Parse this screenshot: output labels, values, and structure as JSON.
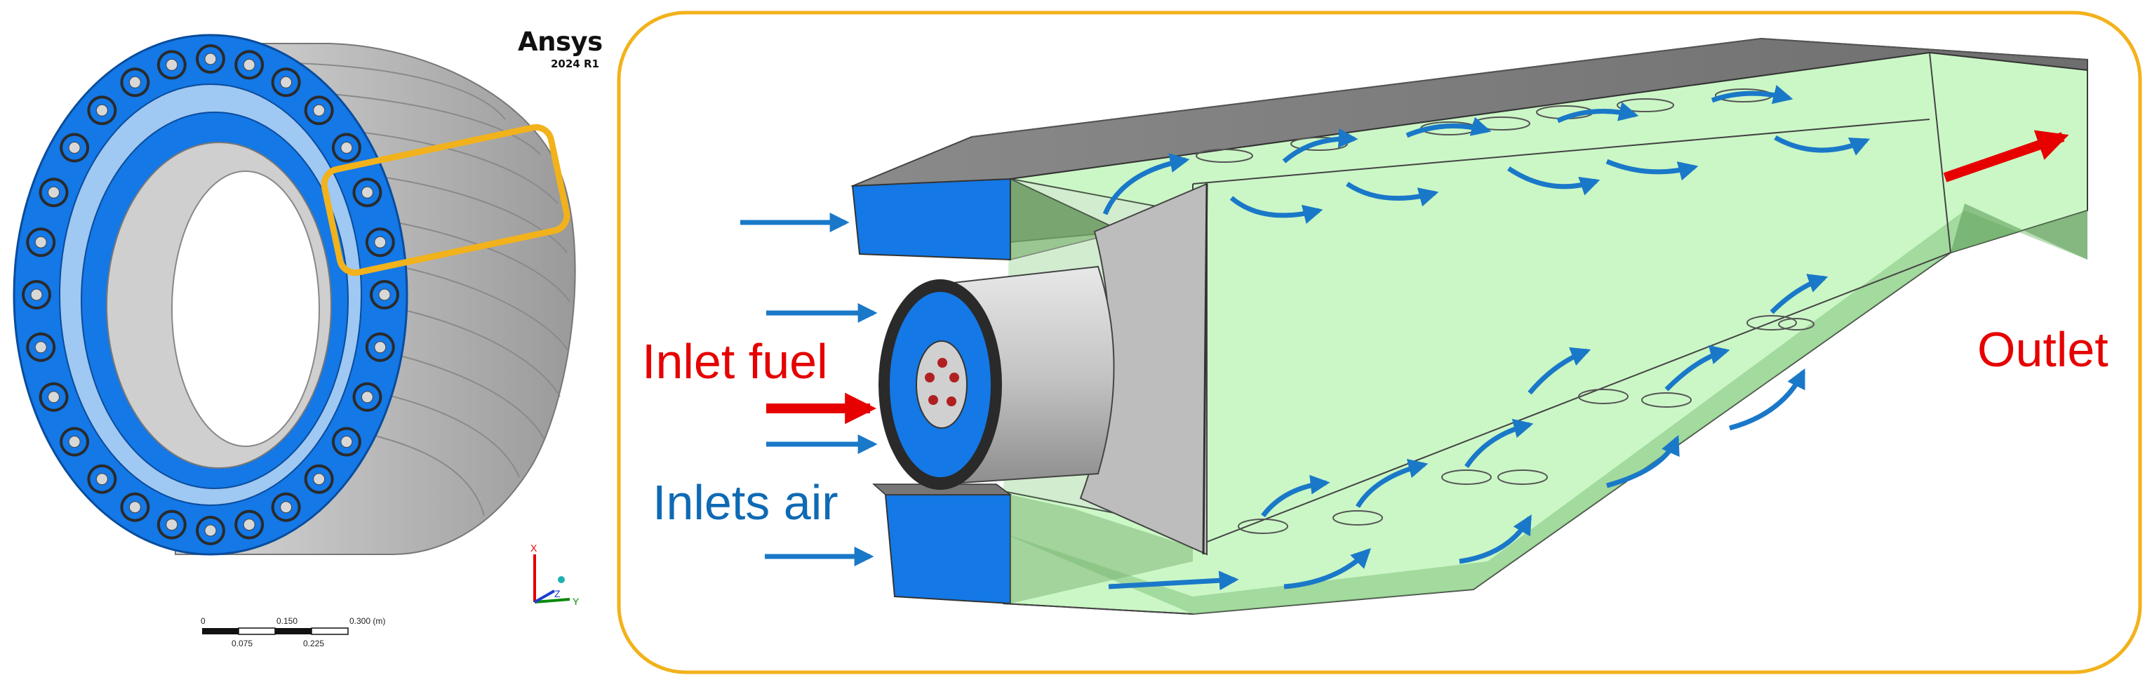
{
  "brand": {
    "name": "Ansys",
    "version": "2024 R1"
  },
  "labels": {
    "inlet_fuel": "Inlet fuel",
    "inlets_air": "Inlets air",
    "outlet": "Outlet"
  },
  "scale_bar": {
    "top_ticks": [
      "0",
      "0.150",
      "0.300 (m)"
    ],
    "bottom_ticks": [
      "0.075",
      "0.225"
    ]
  },
  "triad": {
    "x": "X",
    "y": "Y",
    "z": "Z"
  },
  "colors": {
    "frame": "#f2b21b",
    "callout_box": "#f2b21b",
    "inlet_blue": "#1478e6",
    "fluid_green": "#c9f7c4",
    "arrow_blue": "#1a78c8",
    "arrow_red": "#e60000",
    "metal_gray": "#bdbdbd"
  }
}
